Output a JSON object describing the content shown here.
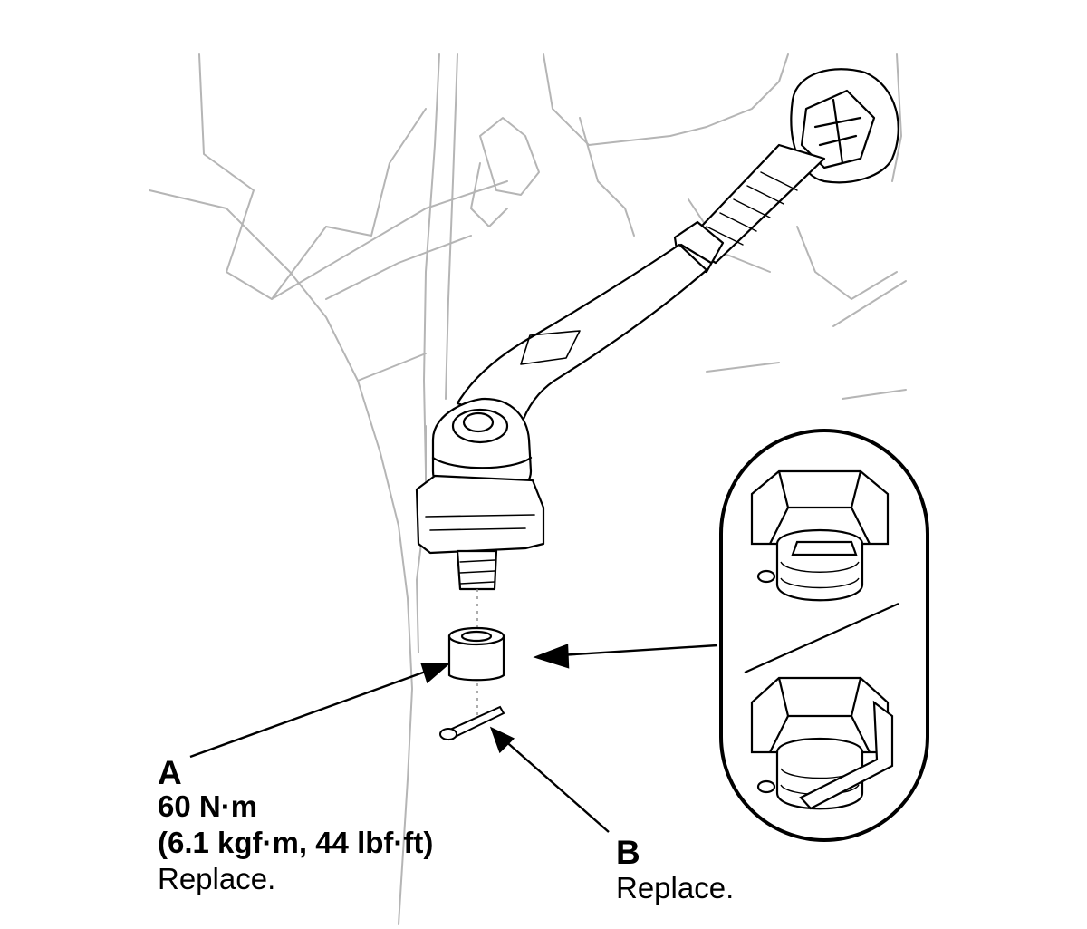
{
  "callouts": {
    "a": {
      "letter": "A",
      "torque_nm": "60 N·m",
      "torque_alt": "(6.1 kgf·m, 44 lbf·ft)",
      "note": "Replace."
    },
    "b": {
      "letter": "B",
      "note": "Replace."
    }
  },
  "colors": {
    "line_art": "#000000",
    "background_lines": "#b3b3b3",
    "background": "#ffffff"
  }
}
